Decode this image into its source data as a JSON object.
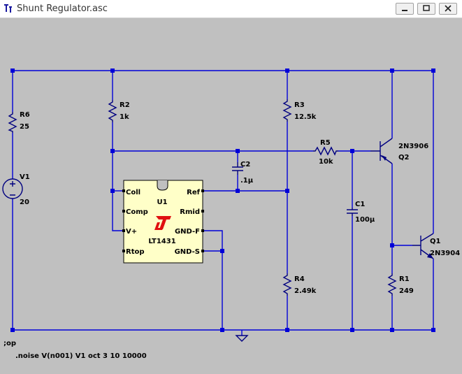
{
  "window": {
    "title": "Shunt Regulator.asc",
    "buttons": [
      "minimize",
      "restore",
      "close"
    ]
  },
  "components": {
    "R6": {
      "name": "R6",
      "value": "25"
    },
    "V1": {
      "name": "V1",
      "value": "20"
    },
    "R2": {
      "name": "R2",
      "value": "1k"
    },
    "R3": {
      "name": "R3",
      "value": "12.5k"
    },
    "R5": {
      "name": "R5",
      "value": "10k"
    },
    "C2": {
      "name": "C2",
      "value": ".1µ"
    },
    "C1": {
      "name": "C1",
      "value": "100µ"
    },
    "R4": {
      "name": "R4",
      "value": "2.49k"
    },
    "R1": {
      "name": "R1",
      "value": "249"
    },
    "Q2": {
      "name": "Q2",
      "value": "2N3906"
    },
    "Q1": {
      "name": "Q1",
      "value": "2N3904"
    },
    "U1": {
      "name": "U1",
      "value": "LT1431",
      "pins": {
        "coll": "Coll",
        "comp": "Comp",
        "vplus": "V+",
        "rtop": "Rtop",
        "ref": "Ref",
        "rmid": "Rmid",
        "gndf": "GND-F",
        "gnds": "GND-S"
      },
      "logo": "LT"
    }
  },
  "directives": {
    "op": ";op",
    "noise": ".noise V(n001) V1 oct 3 10 10000"
  },
  "colors": {
    "wire": "#0000d8",
    "background": "#c0c0c0",
    "ic_fill": "#ffffc8",
    "logo": "#e01010"
  }
}
